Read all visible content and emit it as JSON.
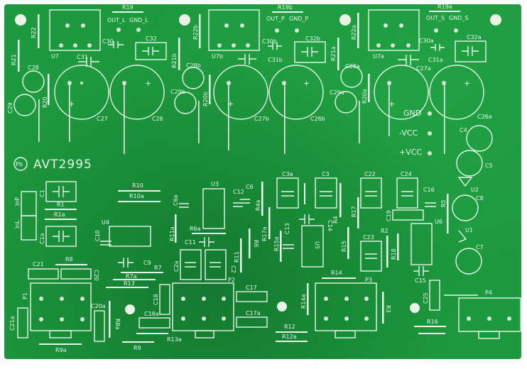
{
  "board": {
    "title": "AVT2995",
    "pb_mark": "Pb",
    "colors": {
      "solder_mask": "#1d9a3e",
      "silkscreen": "#e8f5ea",
      "background": "#ffffff"
    }
  },
  "power_labels": {
    "gnd": "GND",
    "neg": "-VCC",
    "pos": "+VCC"
  },
  "channels": [
    {
      "reg": "U7",
      "r19": "R19",
      "out": "OUT_L",
      "gnd": "GND_L",
      "r22": "R22",
      "r21": "R21",
      "r20": "R20",
      "c26": "C26",
      "c27": "C27",
      "c28": "C28",
      "c29": "C29",
      "c30": "C30",
      "c31": "C31",
      "c32": "C32"
    },
    {
      "reg": "U7b",
      "r19": "R19b",
      "out": "OUT_P",
      "gnd": "GND_P",
      "r22": "R22b",
      "r21": "R21b",
      "r20": "R20b",
      "c26": "C26b",
      "c27": "C27b",
      "c28": "C28b",
      "c29": "C29b",
      "c30": "C30b",
      "c31": "C31b",
      "c32": "C32b"
    },
    {
      "reg": "U7a",
      "r19": "R19a",
      "out": "OUT_S",
      "gnd": "GND_S",
      "r22": "R22a",
      "r21": "R21a",
      "r20": "R20a",
      "c26": "C26a",
      "c27": "C27a",
      "c28": "C28a",
      "c29": "C29a",
      "c30": "C30a",
      "c31": "C31a",
      "c32": "C32a"
    }
  ],
  "labels": {
    "inp": "InP",
    "inl": "InL",
    "c1": "C1",
    "c1a": "C1a",
    "r1": "R1",
    "r1a": "R1a",
    "r10": "R10",
    "r10a": "R10a",
    "u4": "U4",
    "c10": "C10",
    "c6a": "C6a",
    "u3": "U3",
    "c6": "C6",
    "c12": "C12",
    "r4a": "R4a",
    "r6a": "R6a",
    "c11": "C11",
    "r11a": "R11a",
    "c2a": "C2a",
    "c2": "C2",
    "r11": "R11",
    "r6": "R6",
    "r17a": "R17a",
    "r15a": "R15a",
    "c13": "C13",
    "c3a": "C3a",
    "c3": "C3",
    "c14": "C14",
    "u5": "U5",
    "r4": "R4",
    "r17": "R17",
    "r15": "R15",
    "c22": "C22",
    "c24": "C24",
    "c16": "C16",
    "r5": "R5",
    "c19": "C19",
    "u6": "U6",
    "r2": "R2",
    "r18": "R18",
    "c23": "C23",
    "c15": "C15",
    "c4": "C4",
    "c5": "C5",
    "u2": "U2",
    "c8": "C8",
    "u1": "U1",
    "c7": "C7",
    "c9": "C9",
    "r7": "R7",
    "r7a": "R7a",
    "r13": "R13",
    "r13a": "R13a",
    "r8": "R8",
    "c21": "C21",
    "c20": "C20",
    "p1": "P1",
    "c21a": "C21a",
    "c20a": "C20a",
    "r8a": "R8a",
    "r9a": "R9a",
    "r9": "R9",
    "c18": "C18",
    "c18a": "C18a",
    "p2": "P2",
    "c17": "C17",
    "c17a": "C17a",
    "r12": "R12",
    "r12a": "R12a",
    "r14a": "R14a",
    "r14": "R14",
    "p3": "P3",
    "r3": "R3",
    "c25": "C25",
    "p4": "P4",
    "r16": "R16"
  }
}
